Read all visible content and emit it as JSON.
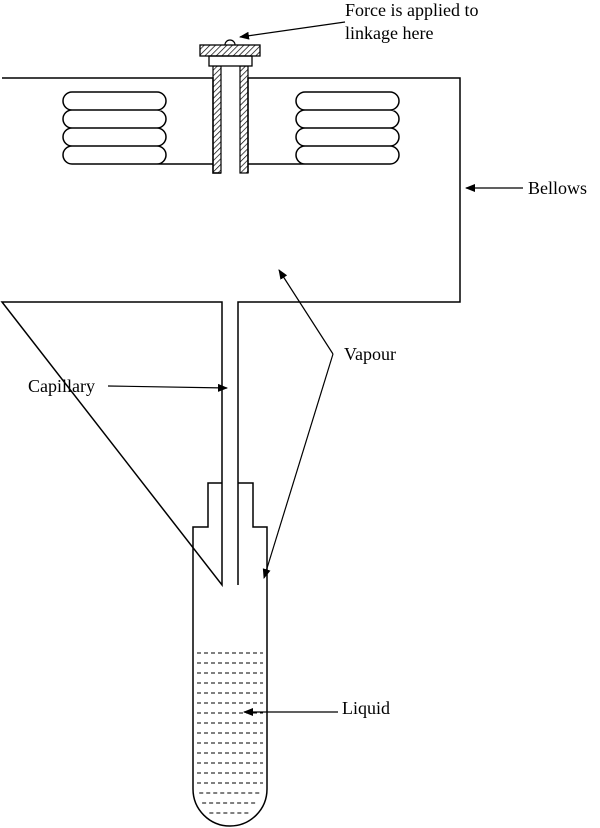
{
  "labels": {
    "force_line1": "Force is applied to",
    "force_line2": "linkage here",
    "bellows": "Bellows",
    "vapour": "Vapour",
    "capillary": "Capillary",
    "liquid": "Liquid"
  }
}
